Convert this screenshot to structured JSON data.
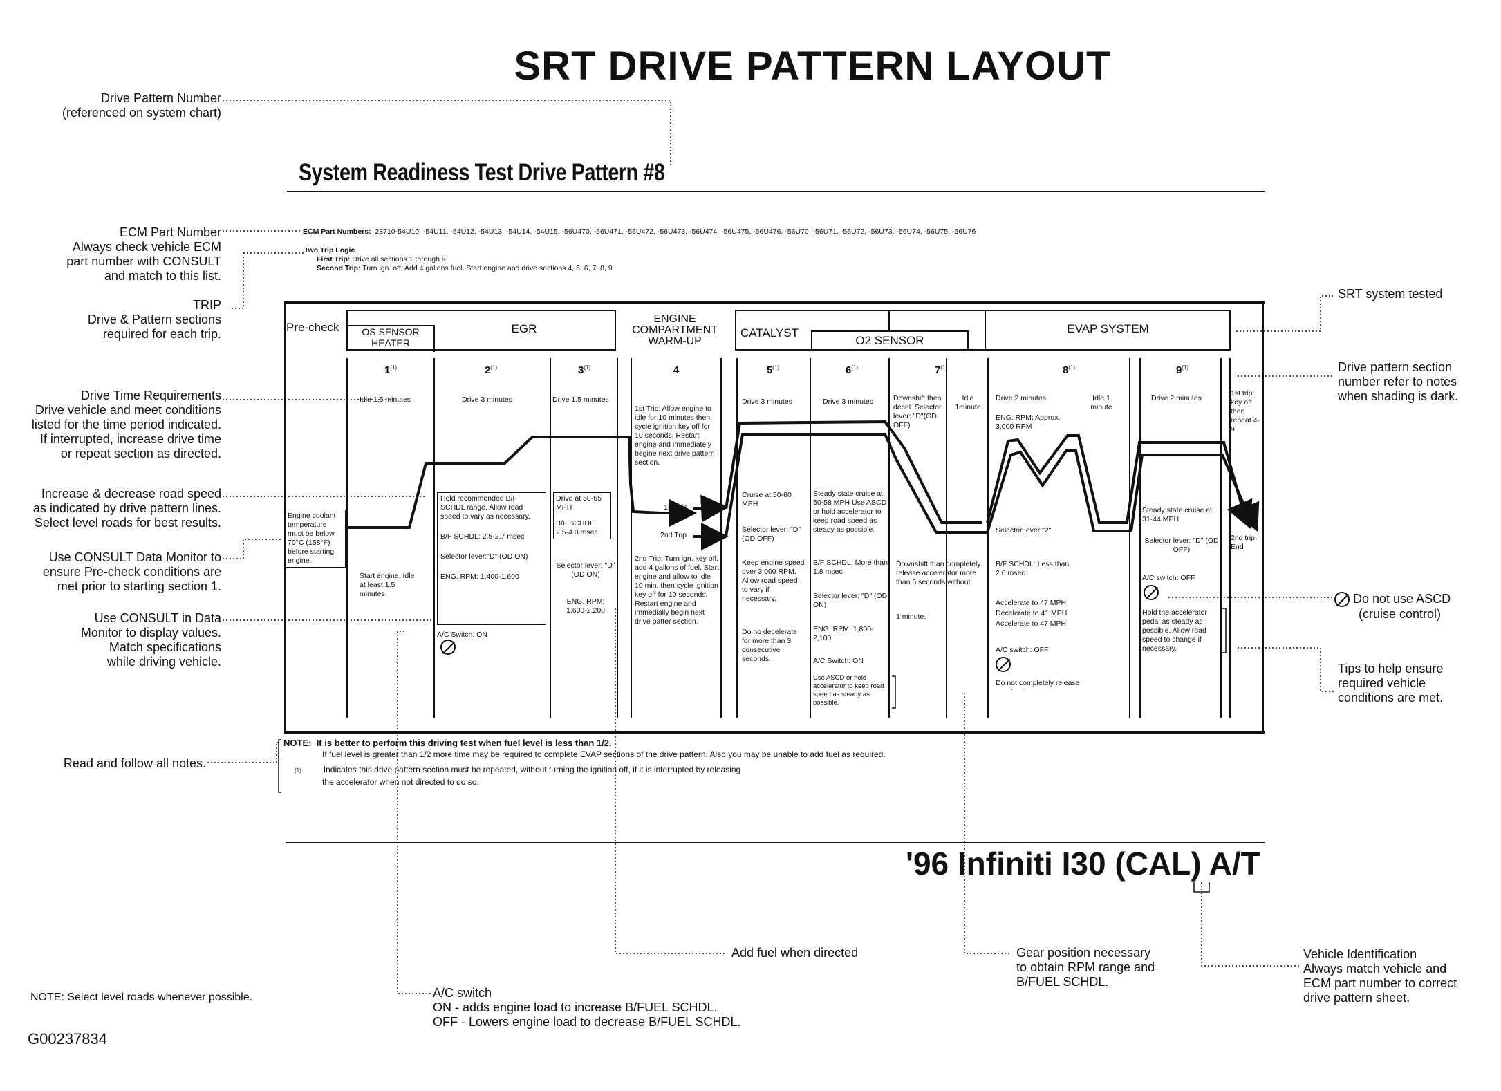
{
  "title": "SRT DRIVE PATTERN LAYOUT",
  "subtitle": "System Readiness Test Drive Pattern #8",
  "vehicle": "'96 Infiniti I30 (CAL) A/T",
  "figure_code": "G00237834",
  "bottom_note": "NOTE:  Select level roads whenever possible.",
  "left_annotations": {
    "drive_pattern_number": "Drive Pattern Number",
    "drive_pattern_number_sub": "(referenced on system chart)",
    "ecm_part_number": "ECM Part Number",
    "ecm_check_1": "Always check vehicle ECM",
    "ecm_check_2": "part number with CONSULT",
    "ecm_check_3": "and match to this list.",
    "trip": "TRIP",
    "trip_1": "Drive & Pattern sections",
    "trip_2": "required for each trip.",
    "drive_time": "Drive Time Requirements",
    "drive_time_1": "Drive vehicle and meet conditions",
    "drive_time_2": "listed for the time period indicated.",
    "drive_time_3": "If interrupted, increase drive time",
    "drive_time_4": "or repeat section as directed.",
    "speed_1": "Increase & decrease road speed",
    "speed_2": "as indicated by drive pattern lines.",
    "speed_3": "Select level roads for best results.",
    "consult_1": "Use CONSULT Data Monitor to",
    "consult_2": "ensure Pre-check conditions are",
    "consult_3": "met prior to starting section 1.",
    "display_1": "Use CONSULT in Data",
    "display_2": "Monitor to display values.",
    "display_3": "Match specifications",
    "display_4": "while driving vehicle.",
    "read_notes": "Read and follow all notes."
  },
  "right_annotations": {
    "srt": "SRT system tested",
    "section_1": "Drive pattern section",
    "section_2": "number refer to notes",
    "section_3": "when shading is dark.",
    "ascd_1": "Do not use ASCD",
    "ascd_2": "(cruise control)",
    "tips_1": "Tips to help ensure",
    "tips_2": "required vehicle",
    "tips_3": "conditions are met."
  },
  "bottom_annotations": {
    "fuel": "Add fuel when directed",
    "ac_title": "A/C switch",
    "ac_on": "ON - adds engine load to increase B/FUEL SCHDL.",
    "ac_off": "OFF - Lowers engine load to decrease B/FUEL SCHDL.",
    "gear_1": "Gear position necessary",
    "gear_2": "to obtain RPM range and",
    "gear_3": "B/FUEL SCHDL.",
    "vid_1": "Vehicle Identification",
    "vid_2": "Always match vehicle and",
    "vid_3": "ECM part number to correct",
    "vid_4": "drive pattern sheet."
  },
  "ecm": {
    "label": "ECM Part Numbers:",
    "numbers": "23710-54U10, -54U11, -54U12, -54U13, -54U14, -54U15, -56U470, -56U471, -56U472, -56U473, -56U474, -56U475, -56U476, -56U70, -56U71, -56U72, -56U73, -56U74, -56U75, -56U76",
    "two_trip": "Two Trip Logic",
    "first_trip_label": "First Trip:",
    "first_trip": "Drive all sections 1 through 9.",
    "second_trip_label": "Second Trip:",
    "second_trip": "Turn ign. off.  Add 4 gallons fuel.  Start engine and drive sections 4, 5, 6, 7, 8, 9."
  },
  "headers": {
    "precheck": "Pre-check",
    "os_sensor": "OS SENSOR HEATER",
    "egr": "EGR",
    "engine": "ENGINE COMPARTMENT WARM-UP",
    "catalyst": "CATALYST",
    "o2": "O2 SENSOR",
    "evap": "EVAP SYSTEM"
  },
  "sections": {
    "s1": "1",
    "s2": "2",
    "s3": "3",
    "s4": "4",
    "s5": "5",
    "s6": "6",
    "s7": "7",
    "s8": "8",
    "s9": "9",
    "mark": "(1)"
  },
  "drive_times": {
    "s1": "Idle 1.5 minutes",
    "s2": "Drive 3 minutes",
    "s3": "Drive 1.5 minutes",
    "s5": "Drive 3 minutes",
    "s6": "Drive 3 minutes",
    "s7a": "Downshift then decel. Selector lever: \"D\"(OD OFF)",
    "s7b": "Idle 1minute",
    "s8a": "Drive 2 minutes",
    "s8b": "Idle 1 minute",
    "s9": "Drive 2 minutes",
    "s9end": "1st trip: key off then repeat 4-9"
  },
  "cells": {
    "precheck": "Engine coolant temperature must be below 70°C (158°F) before starting engine.",
    "s1": "Start engine. Idle at least 1.5 minutes",
    "s2_box": "Hold recommended B/F SCHDL range.  Allow road speed to vary as necessary.",
    "s2_bf": "B/F SCHDL: 2.5-2.7 msec",
    "s2_sel": "Selector lever:\"D\" (OD ON)",
    "s2_rpm": "ENG. RPM: 1,400-1,600",
    "s2_ac": "A/C Switch: ON",
    "s3_drive": "Drive at 50-65 MPH",
    "s3_bf": "B/F SCHDL: 2.5-4.0 msec",
    "s3_sel": "Selector lever: \"D\" (OD ON)",
    "s3_rpm": "ENG. RPM: 1,600-2,200",
    "s4_first": "1st Trip: Allow engine to idle for 10 minutes then cycle ignition key off for 10 seconds.  Restart engine and immediately begine next drive pattern section.",
    "s4_trip1": "1st Trip",
    "s4_trip2": "2nd Trip",
    "s4_second": "2nd Trip: Turn ign. key off, add 4 gallons of fuel.  Start engine and allow to idle 10 min, then cycle ignition key off for 10 seconds.  Restart engine and immedially begin next drive patter section.",
    "s5_cruise": "Cruise at 50-60 MPH",
    "s5_sel": "Selector lever: \"D\" (OD OFF)",
    "s5_keep": "Keep engine speed over 3,000 RPM.  Allow road speed to vary if necessary.",
    "s5_no": "Do no decelerate for more than 3 consecutive seconds.",
    "s6_cruise": "Steady state cruise at 50-58 MPH Use ASCD or hold accelerator to keep road speed as steady as possible.",
    "s6_bf": "B/F SCHDL: More than 1.8 msec",
    "s6_sel": "Selector lever: \"D\" (OD ON)",
    "s6_rpm": "ENG. RPM: 1,800-2,100",
    "s6_ac": "A/C Switch:  ON",
    "s6_tip": "Use ASCD or hold accelerator to keep road speed as steady as possible.",
    "s7_down": "Downshift than completely release accelerator more than 5 seconds without",
    "s7_min": "1 minute.",
    "s8_rpm": "ENG. RPM: Approx. 3,000 RPM",
    "s8_sel": "Selector lever:\"2\"",
    "s8_bf": "B/F SCHDL: Less than 2.0 msec",
    "s8_acc1": "Accelerate to 47 MPH",
    "s8_acc2": "Decelerate to 41 MPH",
    "s8_acc3": "Accelerate to 47 MPH",
    "s8_ac": "A/C switch: OFF",
    "s8_no": "Do not completely release accelerator",
    "s9_cruise": "Steady state cruise at 31-44 MPH",
    "s9_sel": "Selector lever: \"D\" (OD OFF)",
    "s9_ac": "A/C switch: OFF",
    "s9_hold": "Hold the accelerator pedal as steady as possible.  Allow road speed to change if necessary.",
    "s9_2nd": "2nd trip: End"
  },
  "notes": {
    "label": "NOTE:",
    "line1": "It is better to perform this driving test when fuel level is less than 1/2.",
    "line2": "If fuel level is greater than 1/2 more time may be required to complete EVAP sections of the drive pattern.  Also you may be unable to add fuel as required.",
    "mark": "(1)",
    "line3": "Indicates this drive pattern section must be repeated, without turning the ignition off, if it is interrupted by releasing",
    "line4": "the accelerator when not directed to do so."
  },
  "icons": {
    "ascd": "ASCD"
  }
}
